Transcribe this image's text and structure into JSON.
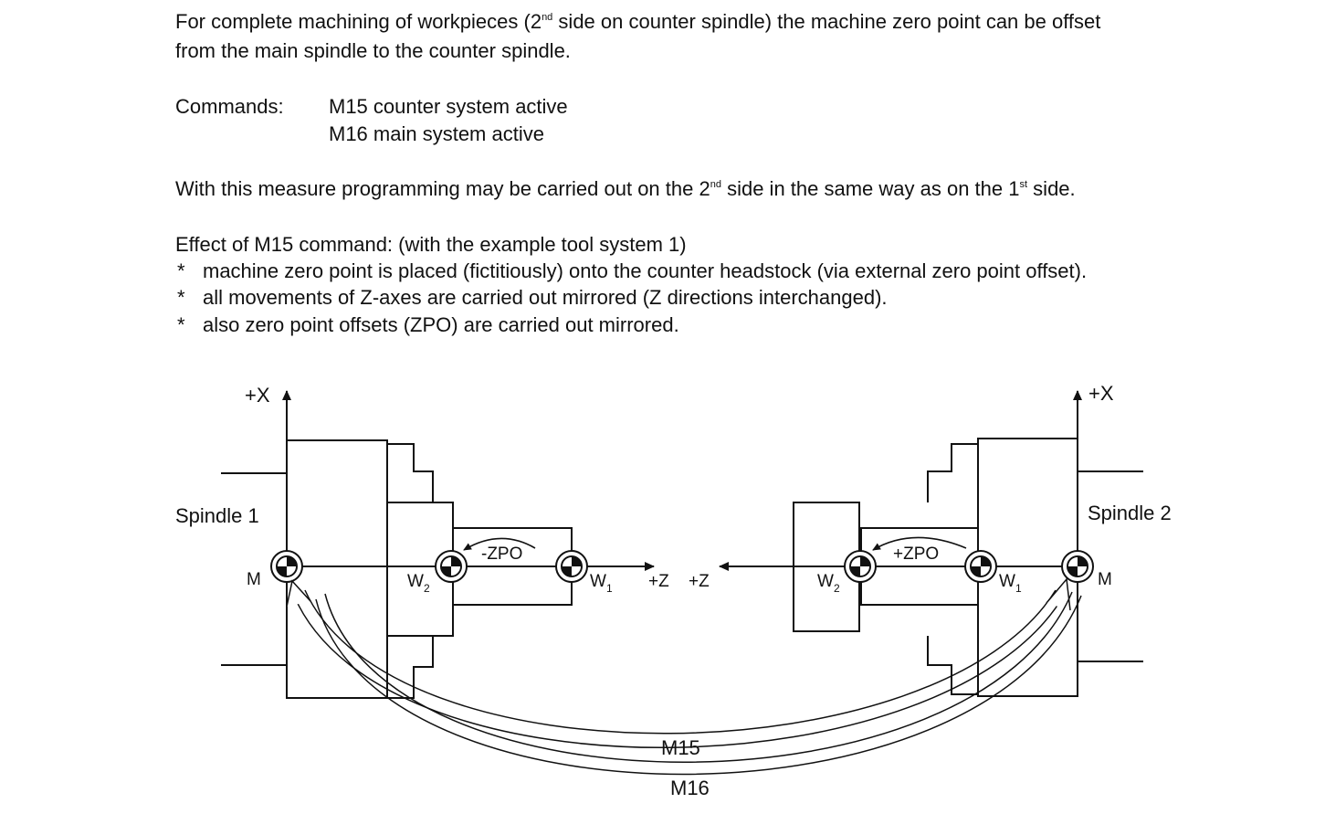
{
  "intro": {
    "line1_a": "For complete machining of workpieces (2",
    "line1_sup": "nd",
    "line1_b": " side on counter spindle) the machine zero point can be offset",
    "line2": "from the main spindle to the counter spindle."
  },
  "commands": {
    "label": "Commands:",
    "m15": "M15 counter system active",
    "m16": "M16 main system active"
  },
  "measure": {
    "a": "With this measure programming may be carried out on the 2",
    "sup1": "nd",
    "b": " side in the same way as on the 1",
    "sup2": "st",
    "c": " side."
  },
  "effect": {
    "heading": "Effect of M15 command: (with the example tool system 1)",
    "bullet_symbol": "*",
    "bullets": [
      "machine zero point is placed (fictitiously) onto the counter headstock (via external zero point offset).",
      "all movements of Z-axes are carried out mirrored (Z directions interchanged).",
      "also zero point offsets (ZPO) are carried out mirrored."
    ]
  },
  "diagram": {
    "left": {
      "axis_x": "+X",
      "spindle": "Spindle 1",
      "m": "M",
      "w2": "W",
      "w2_sub": "2",
      "w1": "W",
      "w1_sub": "1",
      "zpo": "-ZPO",
      "axis_z": "+Z"
    },
    "right": {
      "axis_x": "+X",
      "spindle": "Spindle 2",
      "m": "M",
      "w2": "W",
      "w2_sub": "2",
      "w1": "W",
      "w1_sub": "1",
      "zpo": "+ZPO",
      "axis_z": "+Z"
    },
    "arc_m15": "M15",
    "arc_m16": "M16"
  }
}
